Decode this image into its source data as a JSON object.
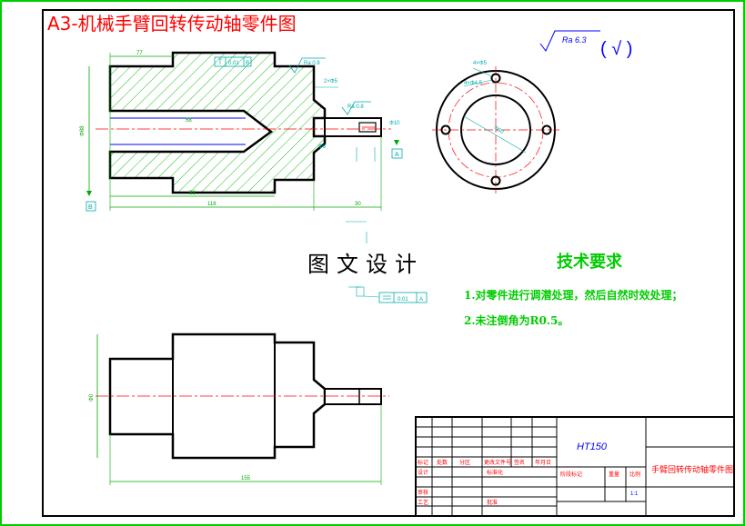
{
  "title": "A3-机械手臂回转传动轴零件图",
  "center_title": "图文设计",
  "roughness_symbol": "Ra 6.3",
  "roughness_note": "( √ )",
  "tech_requirements": {
    "title": "技术要求",
    "items": [
      "1.对零件进行调潜处理，然后自然时效处理；",
      "2.未注倒角为R0.5。"
    ]
  },
  "title_block": {
    "material": "HT150",
    "part_name": "手臂回转传动轴零件图",
    "scale": "1:1",
    "cells": [
      "标记",
      "处数",
      "分区",
      "更改文件号",
      "签名",
      "年月日",
      "设计",
      "标准化",
      "阶段标记",
      "重量",
      "比例",
      "审核",
      "工艺",
      "批准"
    ]
  },
  "front_view": {
    "dims": {
      "top_length": "77",
      "bore_length": "58",
      "bottom_length": "88",
      "overall_length": "118",
      "shaft_length": "30",
      "height": "Φ88",
      "chamfer": "2×Φ5",
      "flatness": "0.01",
      "roughness_a": "Ra 0.8",
      "roughness_b": "Ra 0.8",
      "dia_small": "Φ10",
      "dia_key": "Φ8"
    },
    "datum_labels": [
      "B",
      "A"
    ]
  },
  "side_view": {
    "dims": {
      "holes": "4×Φ5",
      "holes_pcd": "4×Φ4.5",
      "center_dia": "Φ50"
    }
  },
  "bottom_view": {
    "dims": {
      "height": "Φ0",
      "length": "155"
    }
  },
  "gdt": {
    "perp_tol": "0.01",
    "perp_datum": "A",
    "flat_tol": "0.01",
    "flat_datum": "B"
  }
}
